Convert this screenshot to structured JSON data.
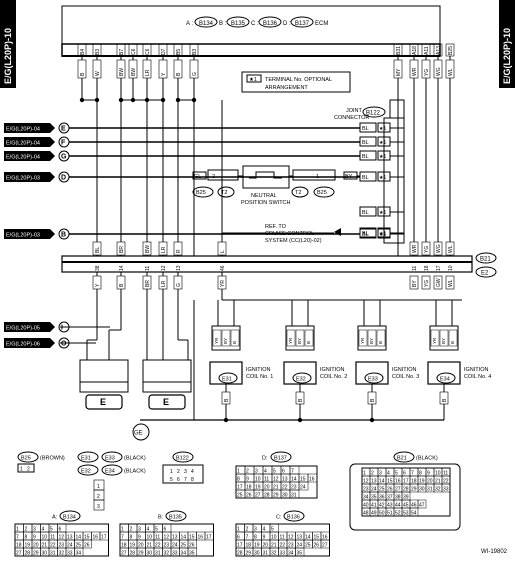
{
  "side_tab": "E/G(L20P)-10",
  "ecm_label": {
    "a": "B134",
    "b": "B135",
    "c": "B136",
    "d": "B137",
    "suffix": "ECM"
  },
  "ecm_pins_left": [
    "B4",
    "B3",
    "B7",
    "C6",
    "C6",
    "D7",
    "B5",
    "B3"
  ],
  "ecm_pins_right": [
    "B31",
    "A18",
    "A11",
    "A13",
    "B25"
  ],
  "ecm_wire_left": [
    "B",
    "W",
    "BW",
    "BW",
    "LR",
    "Y",
    "B",
    "G"
  ],
  "ecm_wire_right": [
    "MY",
    "WR",
    "YG",
    "WG",
    "WL"
  ],
  "terminal_note": [
    "TERMINAL No. OPTIONAL",
    "ARRANGEMENT"
  ],
  "terminal_note_tag": "★1",
  "joint_connector": [
    "JOINT",
    "CONNECTOR"
  ],
  "joint_connector_id": "B122",
  "refs_left": [
    {
      "label": "E/G(L20P)-04",
      "letter": "E"
    },
    {
      "label": "E/G(L20P)-04",
      "letter": "F"
    },
    {
      "label": "E/G(L20P)-04",
      "letter": "G"
    },
    {
      "label": "E/G(L20P)-03",
      "letter": "D"
    },
    {
      "label": "E/G(L20P)-03",
      "letter": "B"
    },
    {
      "label": "E/G(L20P)-05",
      "letter": "I"
    },
    {
      "label": "E/G(L20P)-06",
      "letter": "O"
    }
  ],
  "bl_tag": "BL",
  "star_tag": "★1",
  "neutral_switch": {
    "title": [
      "NEUTRAL",
      "POSITION SWITCH"
    ],
    "left_pin": "2",
    "right_pin": "1",
    "left_wire": "GL",
    "right_wire": "BY",
    "left_conn": "B25",
    "right_conn": "B25",
    "t2": "T2"
  },
  "cruise_ref": [
    "REF. TO",
    "CRUISE CONTROL",
    "SYSTEM (CC(L20)-02)"
  ],
  "connector_b21": "B21",
  "connector_e2": "E2",
  "mid_pins_left": [
    "38",
    "14",
    "11",
    "12",
    "13",
    "46"
  ],
  "mid_pins_right": [
    "11",
    "18",
    "17",
    "10"
  ],
  "mid_wire_left": [
    "BL",
    "BR",
    "BW",
    "LR",
    "R",
    "L"
  ],
  "mid_wire_right": [
    "WR",
    "YG",
    "WG",
    "WL"
  ],
  "low_wire_left": [
    "Y",
    "B",
    "BR",
    "LR",
    "G",
    "YR"
  ],
  "low_wire_right": [
    "BY",
    "YG",
    "GW",
    "WL"
  ],
  "coils": [
    {
      "title": [
        "IGNITION",
        "COIL No. 1"
      ],
      "id": "E31"
    },
    {
      "title": [
        "IGNITION",
        "COIL No. 2"
      ],
      "id": "E32"
    },
    {
      "title": [
        "IGNITION",
        "COIL No. 3"
      ],
      "id": "E33"
    },
    {
      "title": [
        "IGNITION",
        "COIL No. 4"
      ],
      "id": "E34"
    }
  ],
  "coil_wires": [
    "YR",
    "BY",
    "B"
  ],
  "ground_label": "E",
  "ge_label": "GE",
  "legend": {
    "b25": {
      "id": "B25",
      "color": "(BROWN)",
      "pins": [
        "1",
        "2"
      ]
    },
    "e31": {
      "ids": [
        "E31",
        "E33",
        "E32",
        "E34"
      ],
      "color": "(BLACK)",
      "pins": [
        "1",
        "2",
        "3"
      ]
    },
    "b122": {
      "id": "B122",
      "pins": [
        "1",
        "2",
        "3",
        "4",
        "5",
        "6",
        "7",
        "8"
      ]
    },
    "b137": {
      "label": "D:",
      "id": "B137",
      "rows": [
        [
          "1",
          "2",
          "3",
          "4",
          "5",
          "6",
          "7"
        ],
        [
          "8",
          "9",
          "10",
          "11",
          "12",
          "13",
          "14",
          "15",
          "16"
        ],
        [
          "17",
          "18",
          "19",
          "20",
          "21",
          "22",
          "23",
          "24"
        ],
        [
          "25",
          "26",
          "27",
          "28",
          "29",
          "30",
          "31"
        ]
      ]
    },
    "b21": {
      "id": "B21",
      "color": "(BLACK)",
      "rows": [
        [
          "1",
          "2",
          "3",
          "4",
          "5",
          "6",
          "7",
          "8",
          "9",
          "10",
          "11"
        ],
        [
          "12",
          "13",
          "14",
          "15",
          "16",
          "17",
          "18",
          "19",
          "20",
          "21",
          "22"
        ],
        [
          "23",
          "24",
          "25",
          "26",
          "27",
          "28",
          "29",
          "30",
          "31",
          "32",
          "33"
        ],
        [
          "34",
          "35",
          "36",
          "37",
          "38",
          "39"
        ],
        [
          "40",
          "41",
          "42",
          "43",
          "44",
          "45",
          "46",
          "47"
        ],
        [
          "48",
          "49",
          "50",
          "51",
          "52",
          "53",
          "54"
        ]
      ]
    },
    "b134": {
      "label": "A:",
      "id": "B134",
      "rows": [
        [
          "1",
          "2",
          "3",
          "4",
          "5",
          "6"
        ],
        [
          "7",
          "8",
          "9",
          "10",
          "11",
          "12",
          "13",
          "14",
          "15",
          "16",
          "17"
        ],
        [
          "18",
          "19",
          "20",
          "21",
          "22",
          "23",
          "24",
          "25",
          "26"
        ],
        [
          "27",
          "28",
          "29",
          "30",
          "31",
          "32",
          "33",
          "34"
        ]
      ]
    },
    "b135": {
      "label": "B:",
      "id": "B135",
      "rows": [
        [
          "1",
          "2",
          "3",
          "4",
          "5",
          "6"
        ],
        [
          "7",
          "8",
          "9",
          "10",
          "11",
          "12",
          "13",
          "14",
          "15",
          "16",
          "17"
        ],
        [
          "18",
          "19",
          "20",
          "21",
          "22",
          "23",
          "24",
          "25",
          "26"
        ],
        [
          "27",
          "28",
          "29",
          "30",
          "31",
          "32",
          "33",
          "34",
          "35"
        ]
      ]
    },
    "b136": {
      "label": "C:",
      "id": "B136",
      "rows": [
        [
          "1",
          "2",
          "3",
          "4",
          "5"
        ],
        [
          "6",
          "7",
          "8",
          "9",
          "10",
          "11",
          "12",
          "13",
          "14",
          "15",
          "16"
        ],
        [
          "17",
          "18",
          "19",
          "20",
          "21",
          "22",
          "23",
          "24",
          "25",
          "26",
          "27"
        ],
        [
          "28",
          "29",
          "30",
          "31",
          "32",
          "33",
          "34",
          "35"
        ]
      ]
    }
  },
  "figure_id": "WI-19802"
}
